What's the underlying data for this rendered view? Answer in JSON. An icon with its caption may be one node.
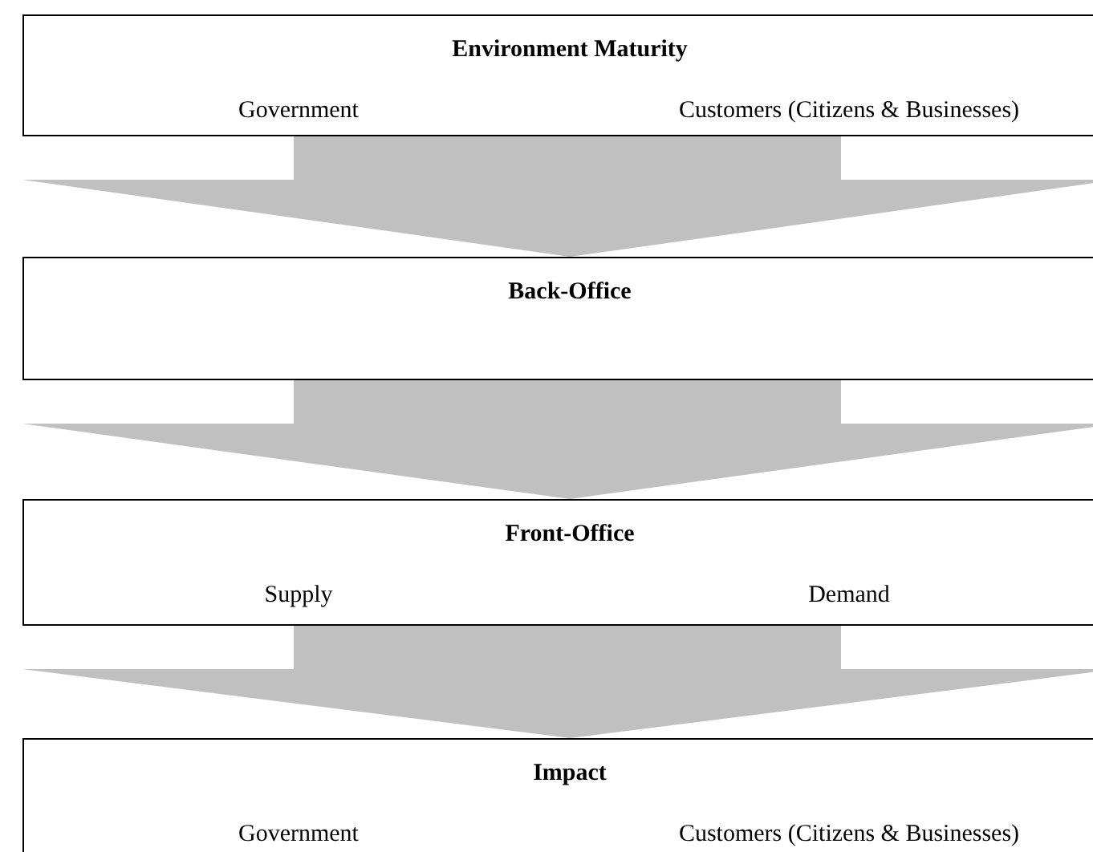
{
  "diagram": {
    "nodes": [
      {
        "text": [
          "Environment Maturity",
          "Government",
          "Customers (Citizens & Businesses)"
        ]
      },
      {
        "text": [
          "Back-Office"
        ]
      },
      {
        "text": [
          "Front-Office",
          "Supply",
          "Demand"
        ]
      },
      {
        "text": [
          "Impact",
          "Government",
          "Customers (Citizens & Businesses)"
        ]
      }
    ],
    "edges": [
      {
        "from": 0,
        "to": 1,
        "arrow": "to"
      },
      {
        "from": 1,
        "to": 2,
        "arrow": "to"
      },
      {
        "from": 2,
        "to": 3,
        "arrow": "to"
      }
    ]
  }
}
